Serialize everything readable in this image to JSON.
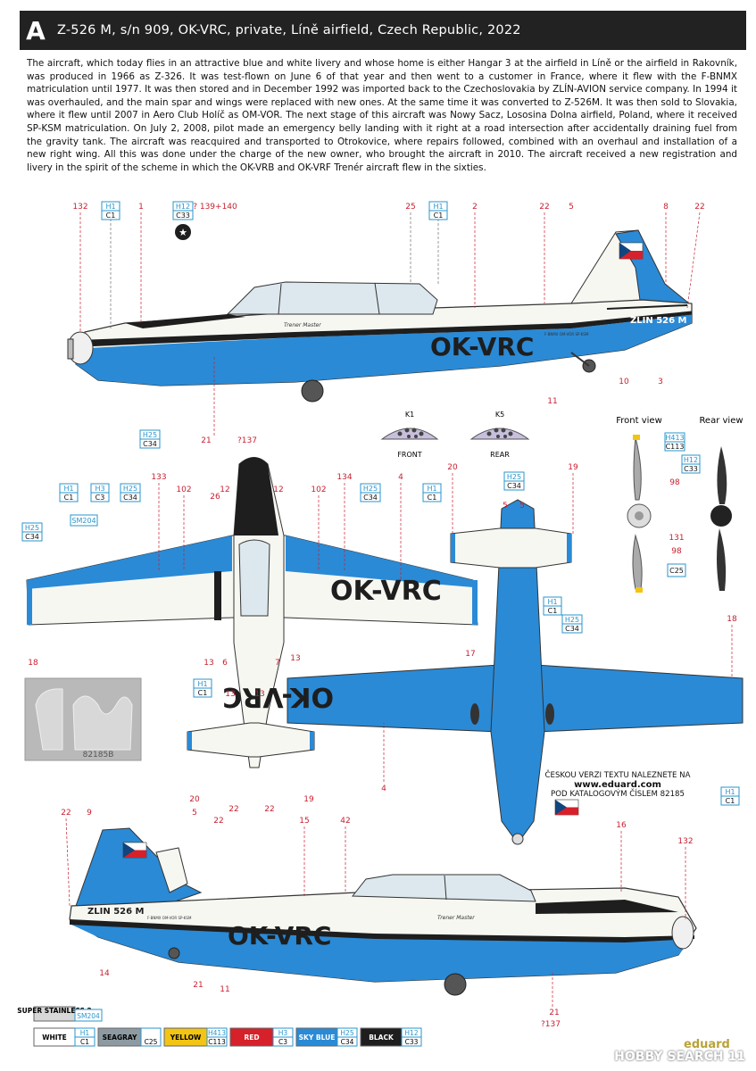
{
  "header": {
    "letter": "A",
    "title": "Z-526 M, s/n 909, OK-VRC, private, Líně airfield, Czech Republic, 2022"
  },
  "description": "The aircraft, which today flies in an attractive blue and white livery and whose home is either Hangar 3 at the airfield in Líně or the airfield in Rakovník, was produced in 1966 as Z-326. It was test-flown on June 6 of that year and then went to a customer in France, where it flew with the F-BNMX matriculation until 1977. It was then stored and in December 1992 was imported back to the Czechoslovakia by ZLÍN-AVION service company. In 1994 it was overhauled, and the main spar and wings were replaced with new ones. At the same time it was converted to Z-526M. It was then sold to Slovakia, where it flew until 2007 in Aero Club Holíč as OM-VOR. The next stage of this aircraft was Nowy Sacz, Lososina Dolna airfield, Poland, where it received SP-KSM matriculation. On July 2, 2008, pilot made an emergency belly landing with it right at a road intersection after accidentally draining fuel from the gravity tank. The aircraft was reacquired and transported to Otrokovice, where repairs followed, combined with an overhaul and installation of a new right wing. All this was done under the charge of the new owner, who brought the aircraft in 2010. The aircraft received a new registration and livery in the spirit of the scheme in which the OK-VRB and OK-VRF Trenér aircraft flew in the sixties.",
  "registration": "OK-VRC",
  "fin_text": "ZLIN 526 M",
  "small_regs": "F-BNMX    OM-VOR    SP-KSM",
  "nose_script": "Trener Master",
  "views": {
    "front": "Front view",
    "rear": "Rear view"
  },
  "panels": {
    "k1_code": "K1",
    "k1_label": "FRONT",
    "k5_code": "K5",
    "k5_label": "REAR"
  },
  "mask_code": "82185B",
  "czech_note": {
    "line1": "ČESKOU VERZI TEXTU NALEZNETE NA",
    "url": "www.eduard.com",
    "line3": "POD KATALOGOVÝM ČÍSLEM 82185"
  },
  "callouts": {
    "top": [
      "132",
      "1",
      "? 139+140",
      "25",
      "2",
      "22",
      "5",
      "8",
      "22",
      "10",
      "3",
      "11",
      "21",
      "?137"
    ],
    "paint_refs": [
      {
        "code1": "H1",
        "code2": "C1"
      },
      {
        "code1": "H12",
        "code2": "C33"
      },
      {
        "code1": "H25",
        "code2": "C34"
      },
      {
        "code1": "H3",
        "code2": "C3"
      },
      {
        "code1": "SM204",
        "code2": ""
      },
      {
        "code1": "H413",
        "code2": "C113"
      }
    ],
    "plan": [
      "133",
      "102",
      "26",
      "12",
      "12",
      "102",
      "134",
      "4",
      "20",
      "19",
      "5",
      "5",
      "18",
      "13",
      "6",
      "7",
      "13",
      "17",
      "18",
      "13",
      "13",
      "4",
      "20",
      "22",
      "22",
      "19"
    ],
    "side2": [
      "22",
      "9",
      "5",
      "22",
      "15",
      "42",
      "16",
      "132",
      "14",
      "21",
      "11",
      "21",
      "?137"
    ],
    "prop": [
      "98",
      "131",
      "98"
    ]
  },
  "legend": [
    {
      "name": "SUPER STAINLESS 2",
      "color": "#d8d8d8",
      "h": "SM204",
      "c": ""
    },
    {
      "name": "WHITE",
      "color": "#ffffff",
      "h": "H1",
      "c": "C1"
    },
    {
      "name": "SEAGRAY",
      "color": "#8d9aa2",
      "h": "",
      "c": "C25"
    },
    {
      "name": "YELLOW",
      "color": "#f2c414",
      "h": "H413",
      "c": "C113"
    },
    {
      "name": "RED",
      "color": "#d6202a",
      "h": "H3",
      "c": "C3"
    },
    {
      "name": "SKY BLUE",
      "color": "#2a8ad6",
      "h": "H25",
      "c": "C34"
    },
    {
      "name": "BLACK",
      "color": "#1e1e1e",
      "h": "H12",
      "c": "C33"
    }
  ],
  "colors": {
    "blue": "#2a8ad6",
    "white": "#f7f7f2",
    "black": "#1e1e1e",
    "red": "#d6202a",
    "frame": "#c82030",
    "code_blue": "#2a96cc"
  },
  "footer": {
    "brand": "eduard",
    "watermark": "HOBBY SEARCH",
    "page": "11"
  }
}
